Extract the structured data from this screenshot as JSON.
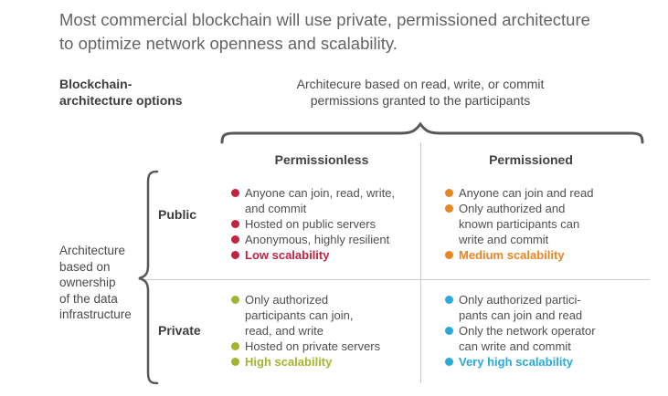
{
  "title": "Most commercial blockchain will use private, permissioned architecture\nto optimize network openness and scalability.",
  "left_header": "Blockchain-\narchitecture options",
  "top_header": "Architecure based on read, write, or commit\npermissions granted to the participants",
  "left_axis_label": "Architecture\nbased on\nownership\nof the data\ninfrastructure",
  "columns": {
    "permissionless": "Permissionless",
    "permissioned": "Permissioned"
  },
  "rows": {
    "public": "Public",
    "private": "Private"
  },
  "colors": {
    "red": "#c32240",
    "orange": "#e98624",
    "green": "#a4b32e",
    "blue": "#2ba9d9",
    "brace": "#58595b",
    "divider": "#cccccc",
    "title_gray": "#636466"
  },
  "quadrants": {
    "public_permissionless": {
      "color": "#c32240",
      "items": [
        {
          "text": "Anyone can join, read, write,\nand commit",
          "emphasis": false
        },
        {
          "text": "Hosted on public servers",
          "emphasis": false
        },
        {
          "text": "Anonymous, highly resilient",
          "emphasis": false
        },
        {
          "text": "Low scalability",
          "emphasis": true
        }
      ]
    },
    "public_permissioned": {
      "color": "#e98624",
      "items": [
        {
          "text": "Anyone can join and read",
          "emphasis": false
        },
        {
          "text": "Only authorized and\nknown participants can\nwrite and commit",
          "emphasis": false
        },
        {
          "text": "Medium scalability",
          "emphasis": true
        }
      ]
    },
    "private_permissionless": {
      "color": "#a4b32e",
      "items": [
        {
          "text": "Only authorized\nparticipants can join,\nread, and write",
          "emphasis": false
        },
        {
          "text": "Hosted on private servers",
          "emphasis": false
        },
        {
          "text": "High scalability",
          "emphasis": true
        }
      ]
    },
    "private_permissioned": {
      "color": "#2ba9d9",
      "items": [
        {
          "text": "Only authorized partici-\npants can join and read",
          "emphasis": false
        },
        {
          "text": "Only the network operator\ncan write and commit",
          "emphasis": false
        },
        {
          "text": "Very high scalability",
          "emphasis": true
        }
      ]
    }
  }
}
